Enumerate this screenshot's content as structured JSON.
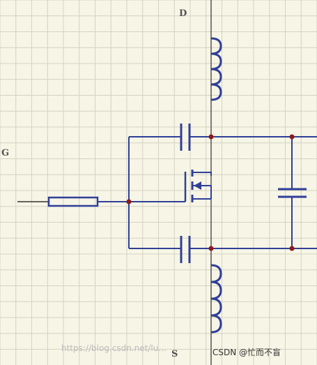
{
  "labels": {
    "drain": "D",
    "gate": "G",
    "source": "S"
  },
  "watermark": {
    "url": "https://blog.csdn.net/lu...",
    "badge": "CSDN @忙而不盲"
  },
  "colors": {
    "wire": "#2f3f98",
    "junction": "#8b1a1a",
    "grid": "#d4d2c2",
    "trunk": "#555555"
  }
}
